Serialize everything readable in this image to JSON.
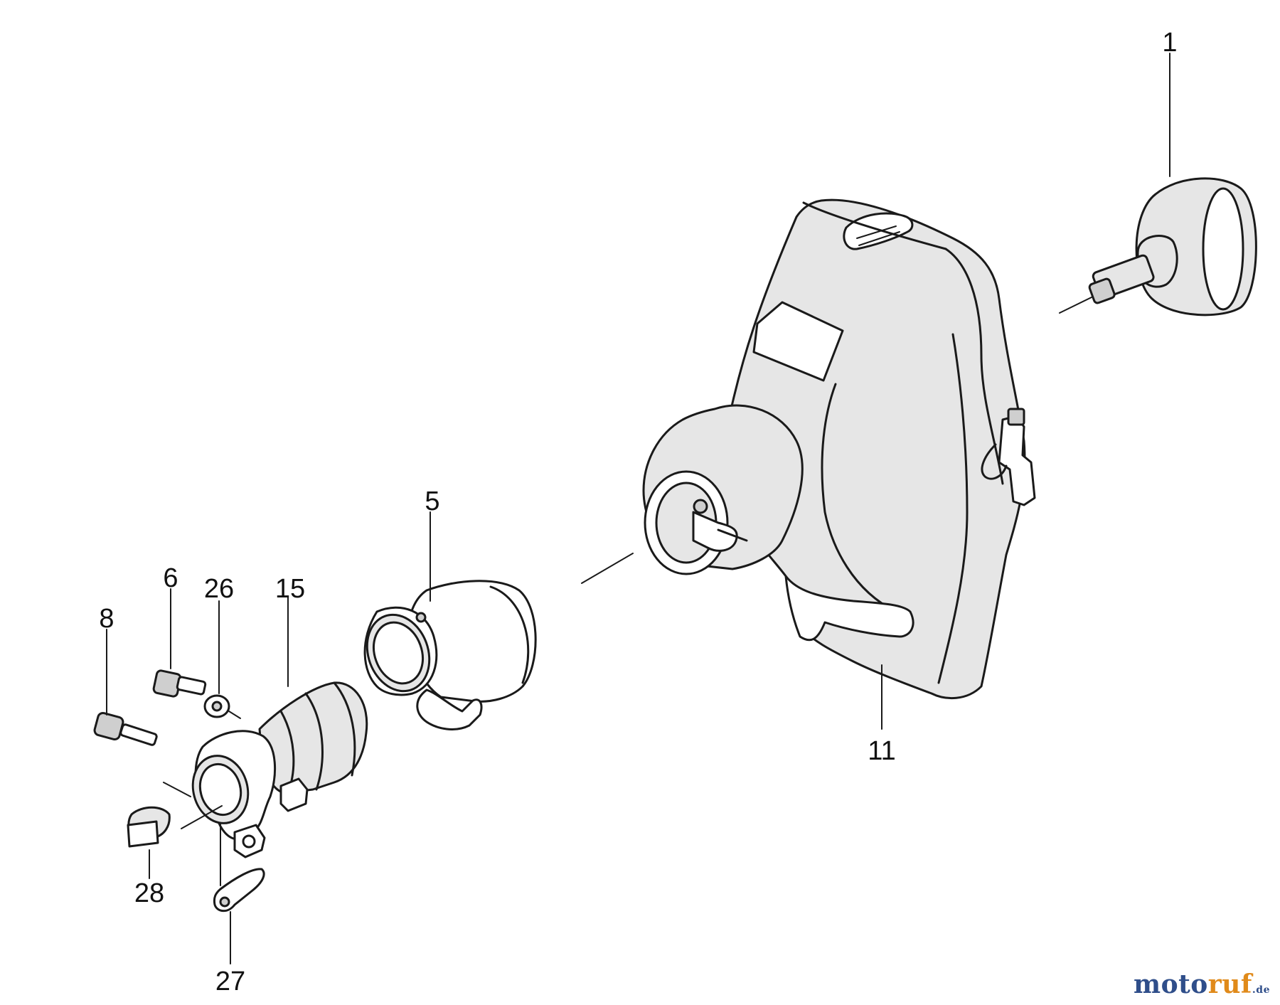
{
  "labels": {
    "part_1": "1",
    "part_5": "5",
    "part_6": "6",
    "part_8": "8",
    "part_11": "11",
    "part_15": "15",
    "part_26": "26",
    "part_27": "27",
    "part_28": "28"
  },
  "watermark": {
    "name_a": "moto",
    "name_b": "ruf",
    "tld": ".de"
  }
}
